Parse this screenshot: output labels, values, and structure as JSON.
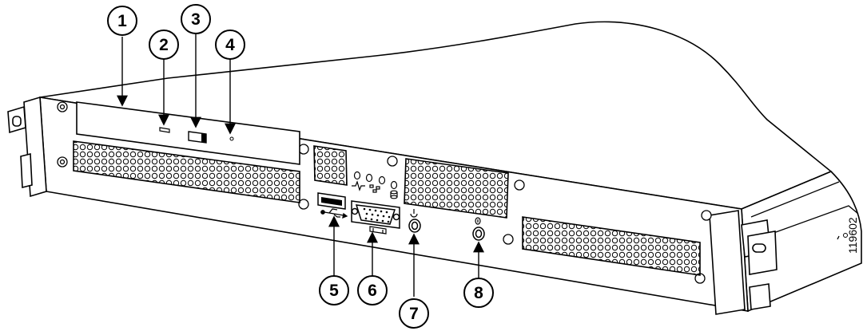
{
  "figure": {
    "figure_id": "119602"
  },
  "callouts": [
    {
      "number": "1"
    },
    {
      "number": "2"
    },
    {
      "number": "3"
    },
    {
      "number": "4"
    },
    {
      "number": "5"
    },
    {
      "number": "6"
    },
    {
      "number": "7"
    },
    {
      "number": "8"
    }
  ],
  "icons": {
    "usb": "usb-icon",
    "video": "video-port-icon",
    "power": "power-icon",
    "reset": "reset-icon",
    "network_activity": "network-activity-icon",
    "network_link": "network-link-icon",
    "disk_activity": "disk-activity-icon"
  },
  "colors": {
    "line": "#000000",
    "panel": "#ffffff"
  }
}
